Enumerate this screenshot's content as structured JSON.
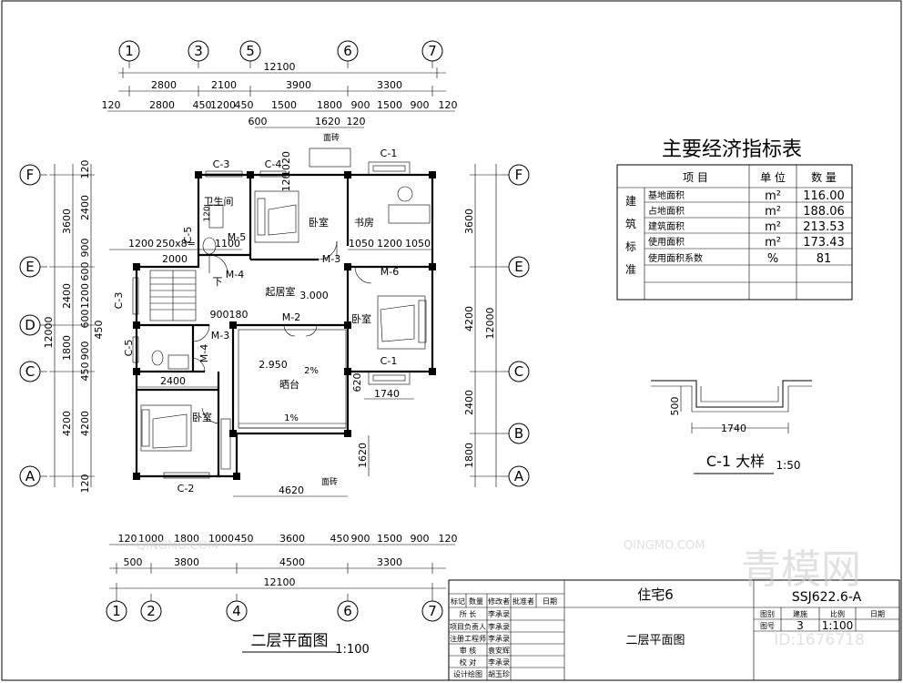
{
  "watermark": {
    "logo_text": "青模网",
    "site": "QINGMO.COM",
    "id_text": "ID:1676718"
  },
  "axes": {
    "top_bubbles": [
      "1",
      "3",
      "5",
      "6",
      "7"
    ],
    "bottom_bubbles": [
      "1",
      "2",
      "4",
      "6",
      "7"
    ],
    "left_bubbles": [
      "F",
      "E",
      "D",
      "C",
      "A"
    ],
    "right_bubbles": [
      "F",
      "E",
      "C",
      "B",
      "A"
    ]
  },
  "dims": {
    "top_total": "12100",
    "top_row1": [
      "2800",
      "2100",
      "3900",
      "3300"
    ],
    "top_row2": [
      "120",
      "2800",
      "450",
      "1200",
      "450",
      "1500",
      "1800",
      "900",
      "1500",
      "900",
      "120"
    ],
    "top_row3": [
      "600",
      "1620",
      "120"
    ],
    "bottom_row1": [
      "120",
      "1000",
      "1800",
      "1000",
      "450",
      "3600",
      "450",
      "900",
      "1500",
      "900",
      "120"
    ],
    "bottom_row2": [
      "500",
      "3800",
      "4500",
      "3300"
    ],
    "bottom_total": "12100",
    "left_outer": [
      "3600",
      "2400",
      "1800",
      "4200"
    ],
    "left_total": "12000",
    "left_inner": [
      "120",
      "2400",
      "900",
      "600",
      "1200",
      "600",
      "450",
      "900",
      "450",
      "4200",
      "120"
    ],
    "right_outer": [
      "3600",
      "4200",
      "2400",
      "1800"
    ],
    "right_total": "12000",
    "interior": [
      "1200",
      "250x8=",
      "2000",
      "1100",
      "1050",
      "1200",
      "1050",
      "900",
      "180",
      "1020",
      "120",
      "2400",
      "4620",
      "1620",
      "1740",
      "620"
    ]
  },
  "rooms": {
    "bath": "卫生间",
    "bed1": "卧室",
    "study": "书房",
    "living": "起居室",
    "bed2": "卧室",
    "bed3": "卧室",
    "balcony": "晒台",
    "down": "下"
  },
  "tags": {
    "windows": [
      "C-3",
      "C-4",
      "C-1",
      "C-5",
      "C-3",
      "C-5",
      "C-1",
      "C-2"
    ],
    "doors": [
      "M-5",
      "M-3",
      "M-4",
      "M-6",
      "M-2",
      "M-3",
      "M-4"
    ],
    "level_3000": "3.000",
    "level_2950": "2.950",
    "slope_2": "2%",
    "slope_1": "1%",
    "facade1": "面砖",
    "facade2": "面砖",
    "r120": "120"
  },
  "table": {
    "title": "主要经济指标表",
    "headers": [
      "项  目",
      "单 位",
      "数  量"
    ],
    "side_label": [
      "建",
      "筑",
      "标",
      "准"
    ],
    "rows": [
      {
        "item": "基地面积",
        "unit": "m²",
        "value": "116.00"
      },
      {
        "item": "占地面积",
        "unit": "m²",
        "value": "188.06"
      },
      {
        "item": "建筑面积",
        "unit": "m²",
        "value": "213.53"
      },
      {
        "item": "使用面积",
        "unit": "m²",
        "value": "173.43"
      },
      {
        "item": "使用面积系数",
        "unit": "%",
        "value": "81"
      }
    ]
  },
  "detail": {
    "title": "C-1  大样",
    "scale": "1:50",
    "dim_w": "1740",
    "dim_h": "500"
  },
  "plan_title": {
    "title": "二层平面图",
    "scale": "1:100"
  },
  "title_block": {
    "project": "住宅6",
    "drawing_no": "SSJ622.6-A",
    "drawing_name": "二层平面图",
    "rev_headers": [
      "标记",
      "数量",
      "修改者",
      "批准者",
      "日期"
    ],
    "roles": [
      "所  长",
      "项目负责人",
      "注册工程师",
      "审  核",
      "校  对",
      "设计绘图"
    ],
    "names": [
      "李承录",
      "李承录",
      "李承录",
      "袁安辉",
      "李承录",
      "胡玉珍"
    ],
    "meta_labels": [
      "图别",
      "建施",
      "比例",
      "日期"
    ],
    "sheet_label": "图号",
    "sheet_no": "3",
    "scale": "1:100"
  }
}
